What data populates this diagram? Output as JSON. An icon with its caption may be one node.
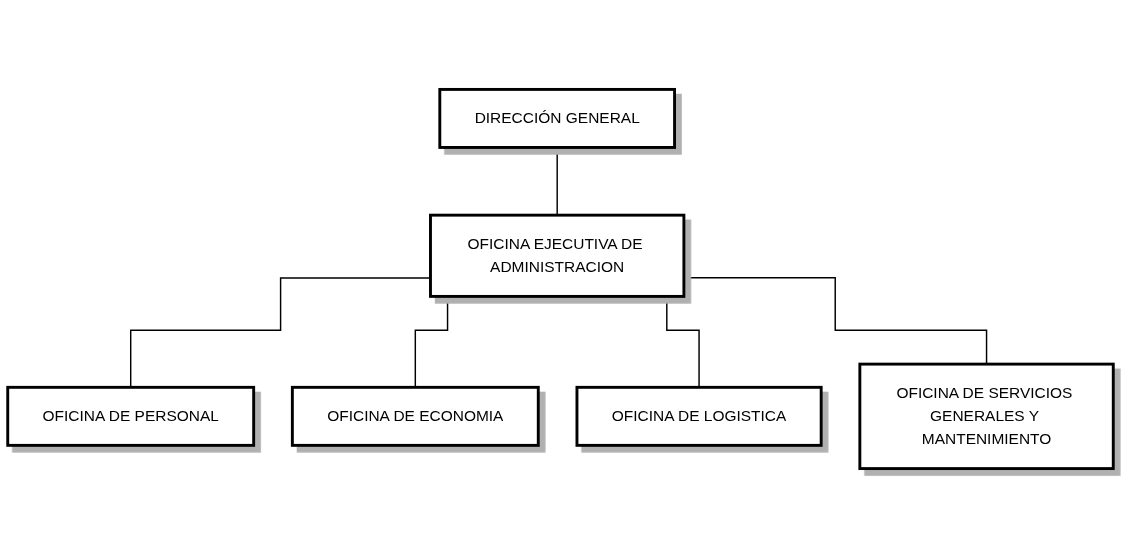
{
  "diagram": {
    "nodes": [
      {
        "text": [
          "DIRECCIÓN GENERAL"
        ]
      },
      {
        "text": [
          "OFICINA EJECUTIVA DE ADMINISTRACION"
        ]
      },
      {
        "text": [
          "OFICINA DE PERSONAL"
        ]
      },
      {
        "text": [
          "OFICINA DE ECONOMIA"
        ]
      },
      {
        "text": [
          "OFICINA DE LOGISTICA"
        ]
      },
      {
        "text": [
          "OFICINA DE SERVICIOS GENERALES Y MANTENIMIENTO"
        ]
      }
    ],
    "edges": [
      {
        "from": 0,
        "to": 1,
        "arrow": "none"
      },
      {
        "from": 1,
        "to": 2,
        "arrow": "none"
      },
      {
        "from": 1,
        "to": 3,
        "arrow": "none"
      },
      {
        "from": 1,
        "to": 4,
        "arrow": "none"
      },
      {
        "from": 1,
        "to": 5,
        "arrow": "none"
      }
    ]
  }
}
